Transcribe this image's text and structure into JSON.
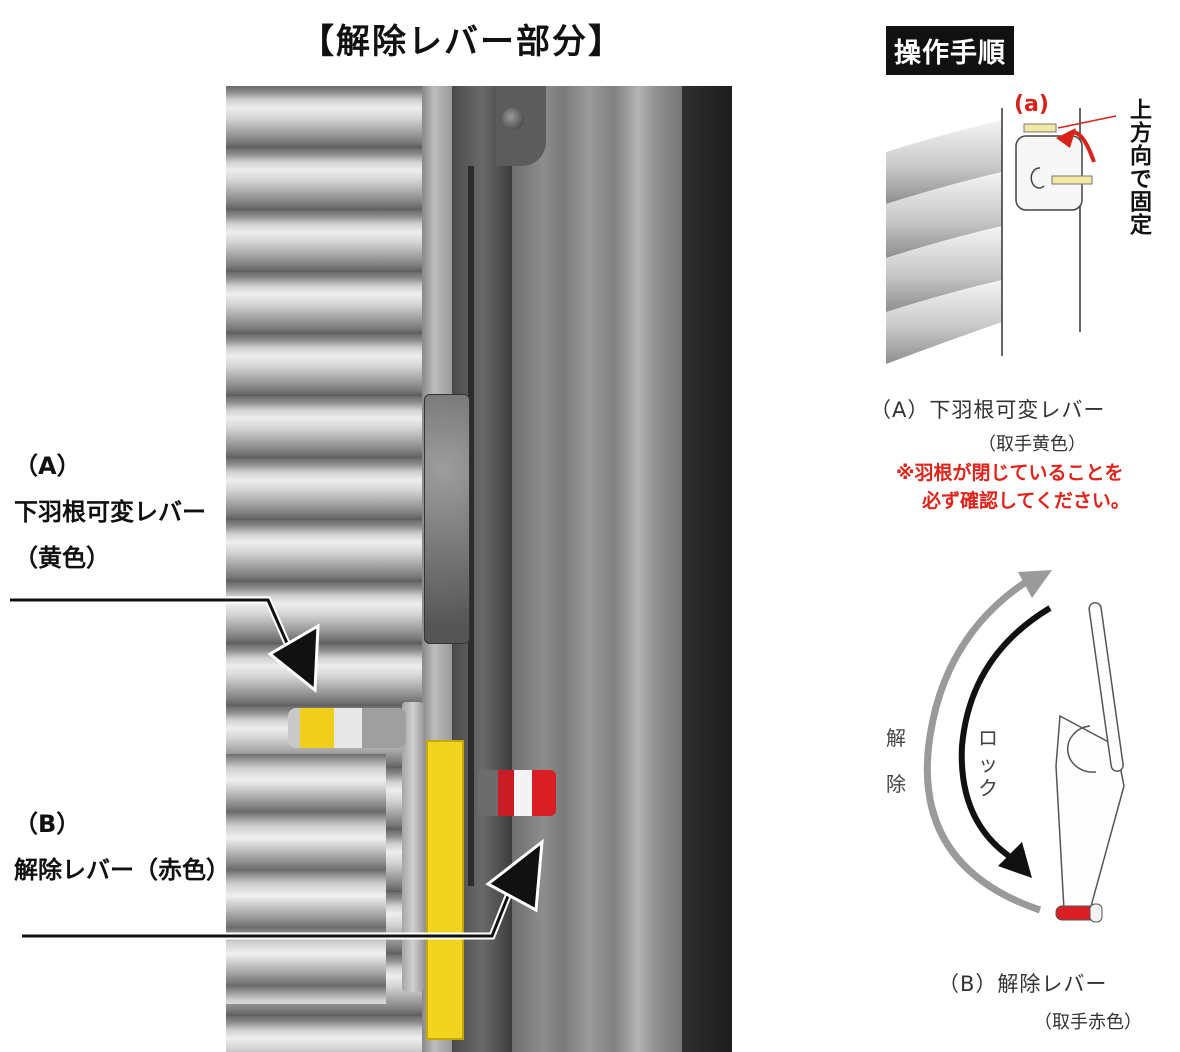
{
  "title": "【解除レバー部分】",
  "left_labels": {
    "a_paren": "（A）",
    "a_name": "下羽根可変レバー",
    "a_color": "（黄色）",
    "b_paren": "（B）",
    "b_name": "解除レバー（赤色）"
  },
  "right": {
    "steps_title": "操作手順",
    "a_marker": "(a)",
    "fix_upward": "上方向で固定",
    "a_caption": "（A）下羽根可変レバー",
    "a_sub": "（取手黄色）",
    "warning_line1": "※羽根が閉じていることを",
    "warning_line2": "必ず確認してください。",
    "release_char1": "解",
    "release_char2": "除",
    "lock_char1": "ロ",
    "lock_char2": "ッ",
    "lock_char3": "ク",
    "b_caption": "（B）解除レバー",
    "b_sub": "（取手赤色）"
  },
  "colors": {
    "accent_red": "#e2231a",
    "knob_yellow": "#f0cf1a",
    "knob_red": "#c81d25"
  }
}
